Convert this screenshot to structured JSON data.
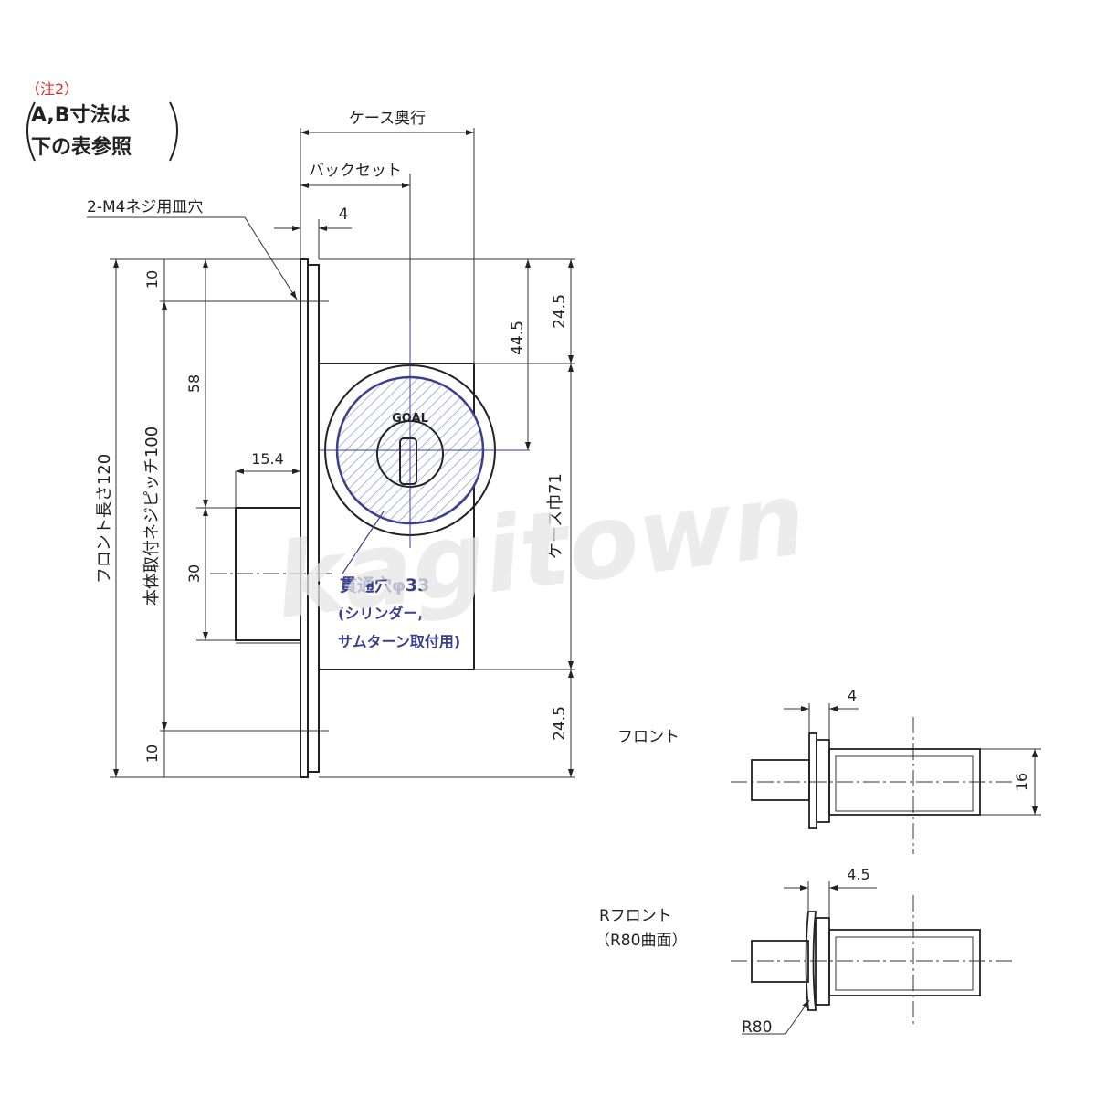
{
  "note": {
    "tag": "（注2）",
    "line1": "A,B寸法は",
    "line2": "下の表参照"
  },
  "labels": {
    "case_depth": "ケース奥行",
    "backset": "バックセット",
    "screw_hole": "2-M4ネジ用皿穴",
    "front_length": "フロント長さ120",
    "mount_pitch": "本体取付ネジピッチ100",
    "case_width": "ケース巾71",
    "front": "フロント",
    "r_front_1": "Rフロント",
    "r_front_2": "（R80曲面）"
  },
  "hole_note": {
    "line1": "貫通穴φ33",
    "line2": "(シリンダー,",
    "line3": "サムターン取付用)"
  },
  "brand": "GOAL",
  "watermark": "kagitown",
  "dimensions": {
    "front_plate": "4",
    "top_margin": "10",
    "bottom_margin": "10",
    "pitch_58": "58",
    "pitch_30": "30",
    "bolt_projection": "15.4",
    "top_24": "24.5",
    "bottom_24": "24.5",
    "cyl_44": "44.5",
    "front_view_4": "4",
    "front_view_16": "16",
    "r_front_45": "4.5",
    "r80": "R80"
  },
  "colors": {
    "line": "#222222",
    "accent": "#3a3f8f",
    "note_red": "#d9302b",
    "hatch": "#8a8fc8"
  }
}
